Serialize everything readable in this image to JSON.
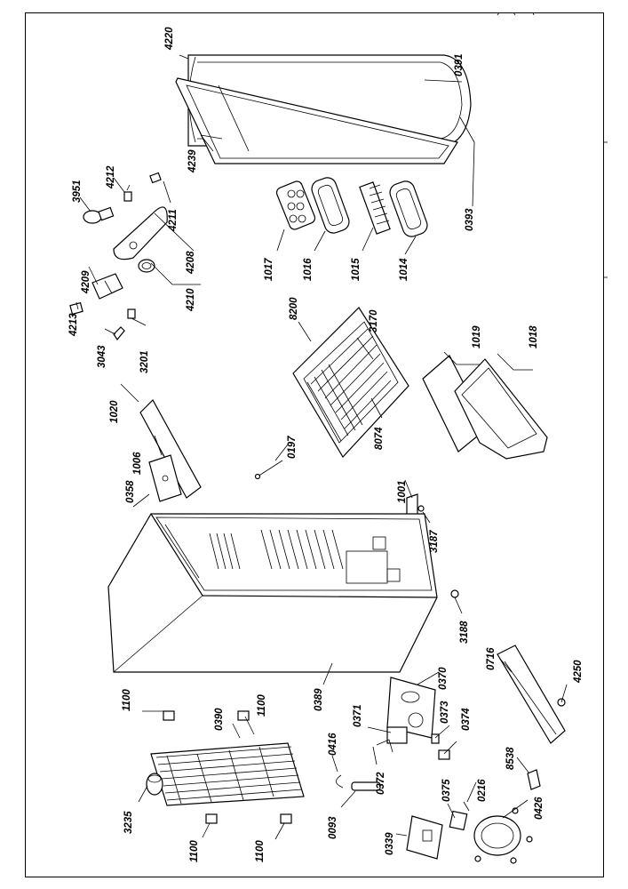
{
  "parts": {
    "p4220": "4220",
    "p0391": "0391",
    "p4239": "4239",
    "p0393": "0393",
    "p4212": "4212",
    "p3951": "3951",
    "p4211": "4211",
    "p4208": "4208",
    "p4209": "4209",
    "p4210": "4210",
    "p4213": "4213",
    "p3043": "3043",
    "p3201": "3201",
    "p1017": "1017",
    "p1016": "1016",
    "p1015": "1015",
    "p1014": "1014",
    "p8200": "8200",
    "p3170": "3170",
    "p8074": "8074",
    "p1019": "1019",
    "p1018": "1018",
    "p1020": "1020",
    "p1006": "1006",
    "p0358": "0358",
    "p0197": "0197",
    "p1001": "1001",
    "p3187": "3187",
    "p3188": "3188",
    "p0389": "0389",
    "p0716": "0716",
    "p4250": "4250",
    "p0370": "0370",
    "p0371": "0371",
    "p0373": "0373",
    "p0374": "0374",
    "p0416": "0416",
    "p0372": "0372",
    "p0093": "0093",
    "p0375": "0375",
    "p0216": "0216",
    "p8538": "8538",
    "p0426": "0426",
    "p0339": "0339",
    "p0390": "0390",
    "p1100a": "1100",
    "p1100b": "1100",
    "p3235": "3235",
    "p1100c": "1100",
    "p1100d": "1100"
  }
}
